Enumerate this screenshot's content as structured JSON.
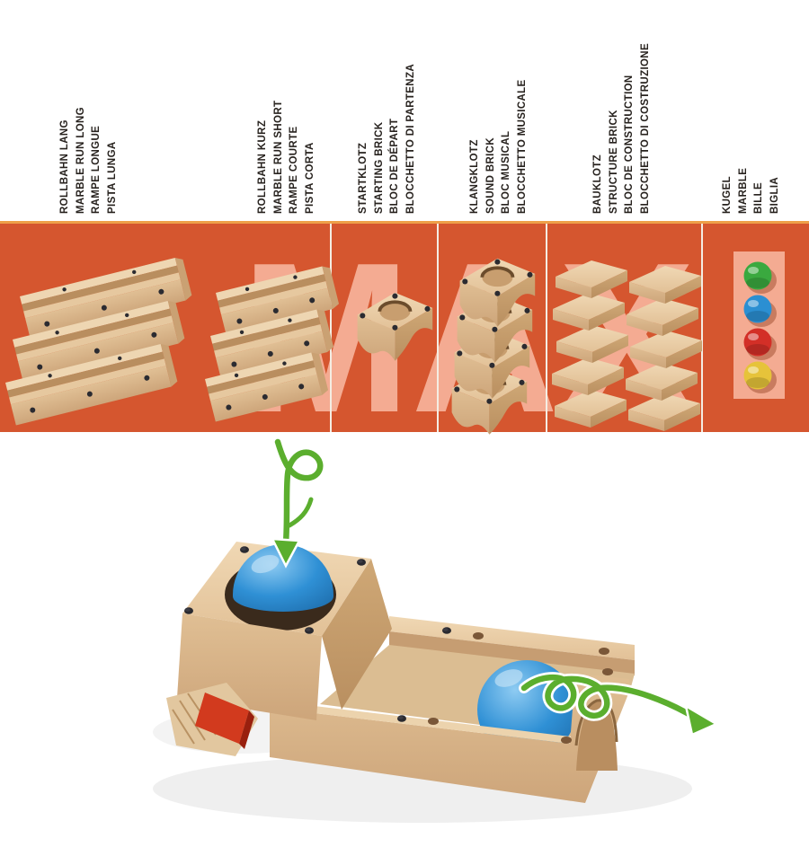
{
  "banner": {
    "brand_word": "MAXI",
    "brand_text_part": "MAX",
    "background": "#d5562f",
    "letters_color": "#f4ab92",
    "top_line_color": "#eea049",
    "divider_color": "#f4ede3"
  },
  "parts": [
    {
      "id": "marble-run-long",
      "labels": [
        "ROLLBAHN LANG",
        "MARBLE RUN LONG",
        "RAMPE LONGUE",
        "PISTA LUNGA"
      ]
    },
    {
      "id": "marble-run-short",
      "labels": [
        "ROLLBAHN KURZ",
        "MARBLE RUN SHORT",
        "RAMPE COURTE",
        "PISTA CORTA"
      ]
    },
    {
      "id": "starting-brick",
      "labels": [
        "STARTKLOTZ",
        "STARTING BRICK",
        "BLOC DE DÉPART",
        "BLOCCHETTO DI PARTENZA"
      ]
    },
    {
      "id": "sound-brick",
      "labels": [
        "KLANGKLOTZ",
        "SOUND BRICK",
        "BLOC MUSICAL",
        "BLOCCHETTO MUSICALE"
      ]
    },
    {
      "id": "structure-brick",
      "labels": [
        "BAUKLOTZ",
        "STRUCTURE BRICK",
        "BLOC DE CONSTRUCTION",
        "BLOCCHETTO DI COSTRUZIONE"
      ]
    },
    {
      "id": "marble",
      "labels": [
        "KUGEL",
        "MARBLE",
        "BILLE",
        "BIGLIA"
      ]
    }
  ],
  "marbles": [
    {
      "name": "green",
      "color": "#3aa93f"
    },
    {
      "name": "blue",
      "color": "#2b8fd2"
    },
    {
      "name": "red",
      "color": "#d32f27"
    },
    {
      "name": "yellow",
      "color": "#e6c33a"
    }
  ],
  "illustration": {
    "arrow_color": "#5bae2e",
    "ball_color": "#2f90d5",
    "lever_color": "#d23a1e",
    "wood_color": "#e3c49a"
  }
}
